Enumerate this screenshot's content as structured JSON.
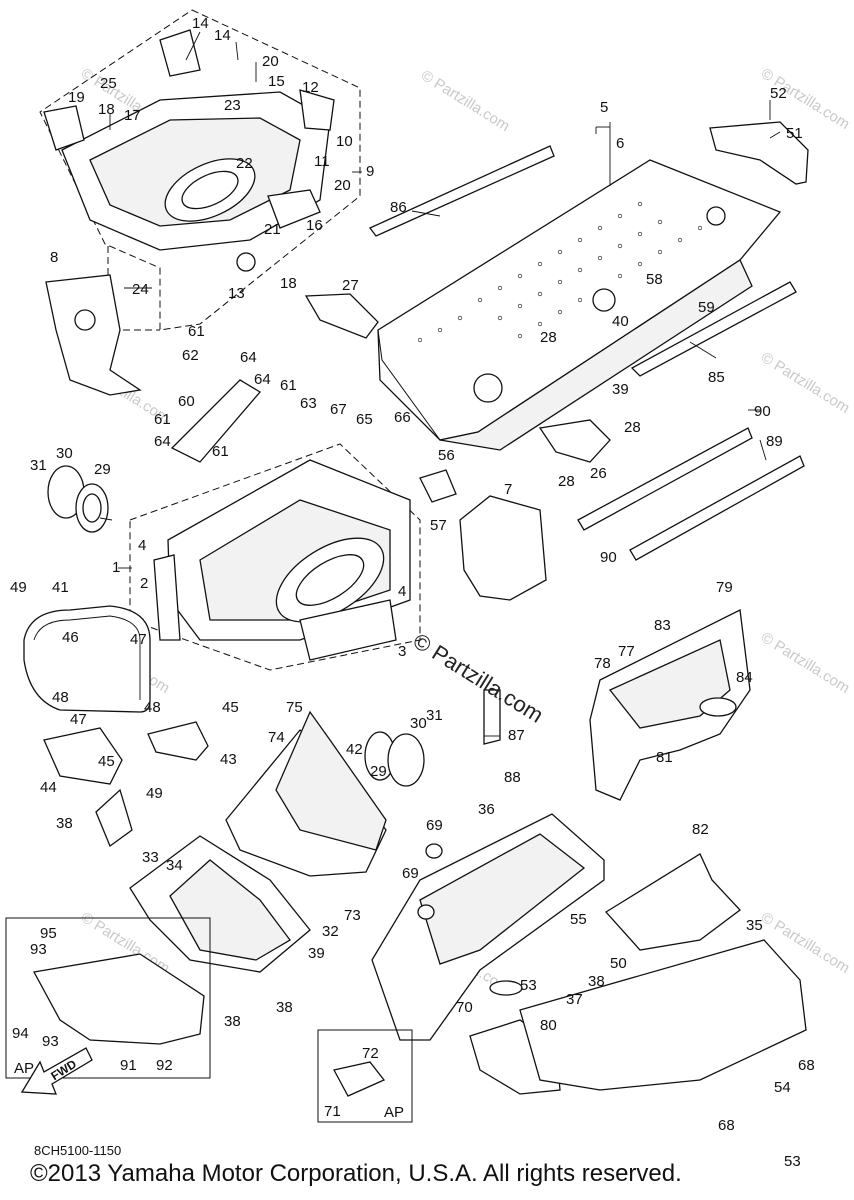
{
  "diagram": {
    "callouts": [
      "1",
      "2",
      "3",
      "4",
      "5",
      "6",
      "7",
      "8",
      "9",
      "10",
      "11",
      "12",
      "13",
      "14",
      "15",
      "16",
      "17",
      "18",
      "19",
      "20",
      "21",
      "22",
      "23",
      "24",
      "25",
      "26",
      "27",
      "28",
      "29",
      "30",
      "31",
      "32",
      "33",
      "34",
      "35",
      "36",
      "37",
      "38",
      "39",
      "40",
      "41",
      "42",
      "43",
      "44",
      "45",
      "46",
      "47",
      "48",
      "49",
      "50",
      "51",
      "52",
      "53",
      "54",
      "55",
      "56",
      "57",
      "58",
      "59",
      "60",
      "61",
      "62",
      "63",
      "64",
      "65",
      "66",
      "67",
      "68",
      "69",
      "70",
      "71",
      "72",
      "73",
      "74",
      "75",
      "77",
      "78",
      "79",
      "80",
      "81",
      "82",
      "83",
      "84",
      "85",
      "86",
      "87",
      "88",
      "89",
      "90",
      "91",
      "92",
      "93",
      "94",
      "95"
    ],
    "center_watermark": "© Partzilla.com",
    "faint_watermark": "© Partzilla.com",
    "inset_label": "AP",
    "fwd_label": "FWD",
    "drawing_code": "8CH5100-1150",
    "copyright": "©2013 Yamaha Motor Corporation, U.S.A. All rights reserved."
  }
}
